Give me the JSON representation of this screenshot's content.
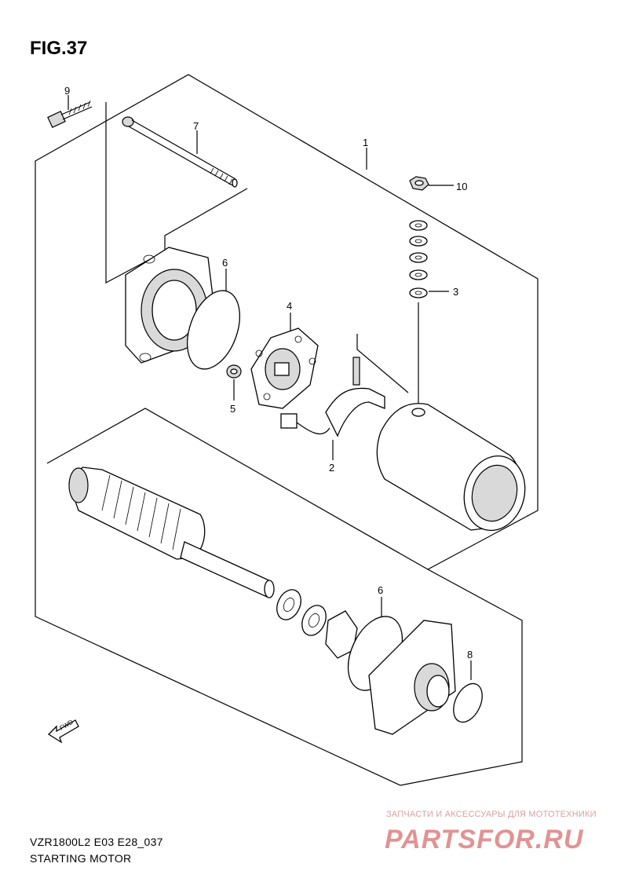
{
  "figure": {
    "title": "FIG.37"
  },
  "footer": {
    "model_code": "VZR1800L2 E03 E28_037",
    "caption": "STARTING MOTOR"
  },
  "watermark": {
    "tagline": "ЗАПЧАСТИ И АКСЕССУАРЫ ДЛЯ МОТОТЕХНИКИ",
    "logo_text": "PARTSFOR.RU",
    "color": "#d87070"
  },
  "direction_badge": {
    "text": "FWD"
  },
  "callouts": [
    "9",
    "7",
    "1",
    "10",
    "6",
    "3",
    "4",
    "5",
    "2",
    "6",
    "8"
  ]
}
